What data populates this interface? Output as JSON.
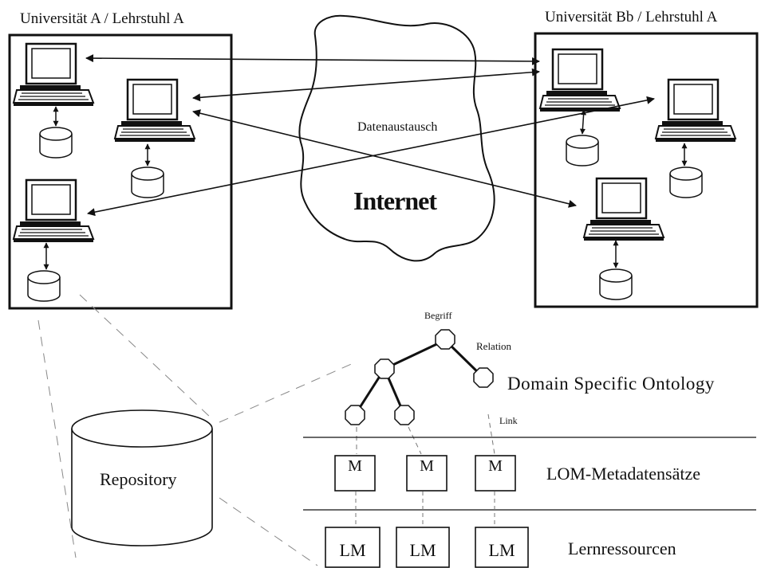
{
  "left_site": {
    "title": "Universität A / Lehrstuhl A"
  },
  "right_site": {
    "title": "Universität Bb / Lehrstuhl A"
  },
  "network": {
    "cloud_label": "Internet",
    "exchange_label": "Datenaustausch"
  },
  "repository": {
    "label": "Repository"
  },
  "ontology": {
    "concept_label": "Begriff",
    "relation_label": "Relation",
    "title": "Domain Specific Ontology",
    "link_label": "Link"
  },
  "metadata": {
    "item_label": "M",
    "row_label": "LOM-Metadatensätze"
  },
  "resources": {
    "item_label": "LM",
    "row_label": "Lernressourcen"
  }
}
